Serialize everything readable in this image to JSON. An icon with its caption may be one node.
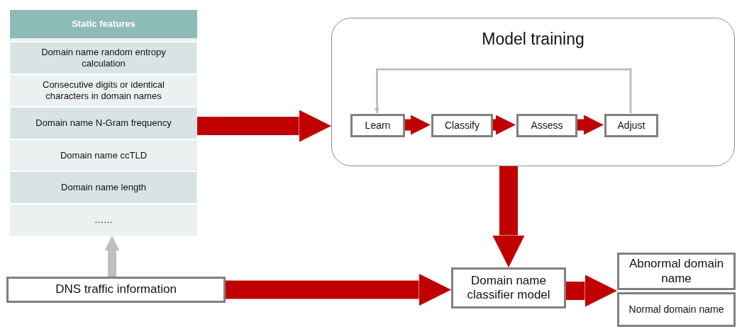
{
  "diagram": {
    "nodes": [
      {
        "text": [
          "Static features"
        ]
      },
      {
        "text": [
          "Domain name random entropy calculation"
        ],
        "in": 0
      },
      {
        "text": [
          "Consecutive digits or identical characters in domain names"
        ],
        "in": 0
      },
      {
        "text": [
          "Domain name N-Gram frequency"
        ],
        "in": 0
      },
      {
        "text": [
          "Domain name ccTLD"
        ],
        "in": 0
      },
      {
        "text": [
          "Domain name length"
        ],
        "in": 0
      },
      {
        "text": [
          "……"
        ],
        "in": 0
      },
      {
        "text": [
          "Model training"
        ]
      },
      {
        "text": [
          "Learn"
        ],
        "in": 7
      },
      {
        "text": [
          "Classify"
        ],
        "in": 7
      },
      {
        "text": [
          "Assess"
        ],
        "in": 7
      },
      {
        "text": [
          "Adjust"
        ],
        "in": 7
      },
      {
        "text": [
          "DNS traffic information"
        ]
      },
      {
        "text": [
          "Domain name classifier model"
        ]
      },
      {
        "text": [
          "Abnormal domain name"
        ]
      },
      {
        "text": [
          "Normal domain name"
        ]
      }
    ],
    "edges": [
      {
        "from": 12,
        "to": 0,
        "arrow": "to",
        "color": "#bfbfbf"
      },
      {
        "from": 0,
        "to": 7,
        "arrow": "to"
      },
      {
        "from": 8,
        "to": 9,
        "arrow": "to"
      },
      {
        "from": 9,
        "to": 10,
        "arrow": "to"
      },
      {
        "from": 10,
        "to": 11,
        "arrow": "to"
      },
      {
        "from": 11,
        "to": 8,
        "arrow": "to",
        "color": "#bfbfbf"
      },
      {
        "from": 7,
        "to": 13,
        "arrow": "to"
      },
      {
        "from": 12,
        "to": 13,
        "arrow": "to"
      },
      {
        "from": 13,
        "to": 14,
        "arrow": "to"
      },
      {
        "from": 13,
        "to": 15,
        "arrow": "to"
      }
    ]
  }
}
